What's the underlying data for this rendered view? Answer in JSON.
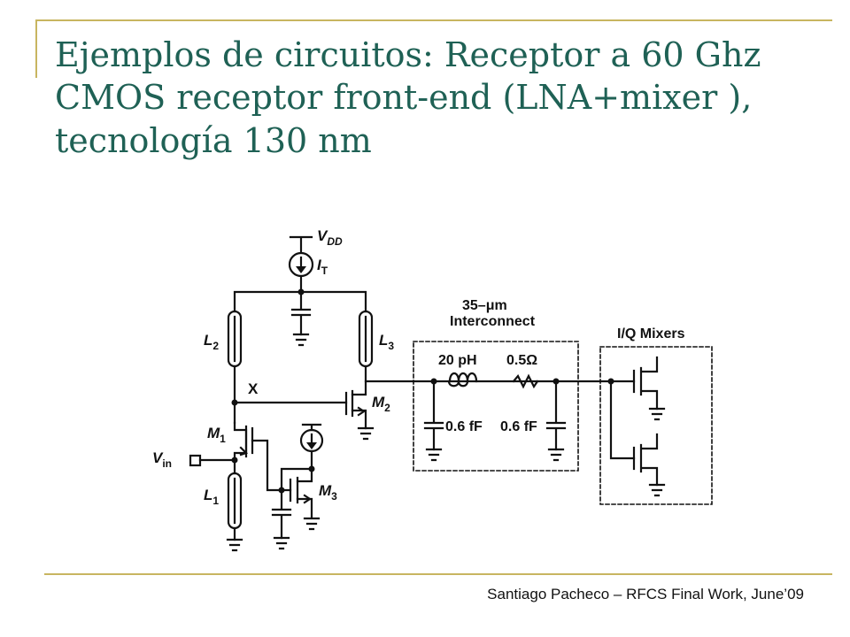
{
  "slide": {
    "title_lines": [
      "Ejemplos de circuitos: Receptor a 60 Ghz",
      "CMOS receptor front-end (LNA+mixer ),",
      "tecnología 130 nm"
    ],
    "footer": "Santiago Pacheco – RFCS Final Work, June’09",
    "colors": {
      "title": "#1f6155",
      "accent_rule": "#c8b560",
      "schematic": "#111111"
    }
  },
  "diagram": {
    "labels": {
      "vdd_main": "V",
      "vdd_sub": "DD",
      "it_main": "I",
      "it_sub": "T",
      "l2_main": "L",
      "l2_sub": "2",
      "l3_main": "L",
      "l3_sub": "3",
      "l1_main": "L",
      "l1_sub": "1",
      "x_node": "X",
      "m1_main": "M",
      "m1_sub": "1",
      "m2_main": "M",
      "m2_sub": "2",
      "m3_main": "M",
      "m3_sub": "3",
      "vin_main": "V",
      "vin_sub": "in",
      "interconnect_line1": "35–μm",
      "interconnect_line2": "Interconnect",
      "inductor_value": "20 pH",
      "resistor_value": "0.5Ω",
      "cap_left_value": "0.6 fF",
      "cap_right_value": "0.6 fF",
      "mixers_label": "I/Q Mixers"
    }
  }
}
